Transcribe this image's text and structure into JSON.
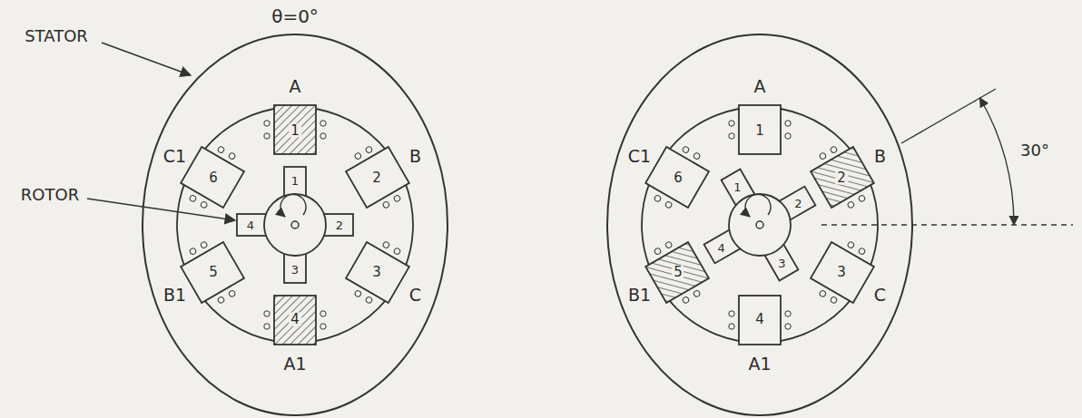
{
  "diagram": {
    "labels": [
      "θ=0°",
      "STATOR",
      "ROTOR",
      "A",
      "B",
      "C",
      "A1",
      "B1",
      "C1",
      "1",
      "2",
      "3",
      "4",
      "5",
      "6",
      "1",
      "2",
      "3",
      "4",
      "A",
      "B",
      "C",
      "A1",
      "B1",
      "C1",
      "1",
      "2",
      "3",
      "4",
      "5",
      "6",
      "1",
      "2",
      "3",
      "4",
      "30°"
    ]
  }
}
